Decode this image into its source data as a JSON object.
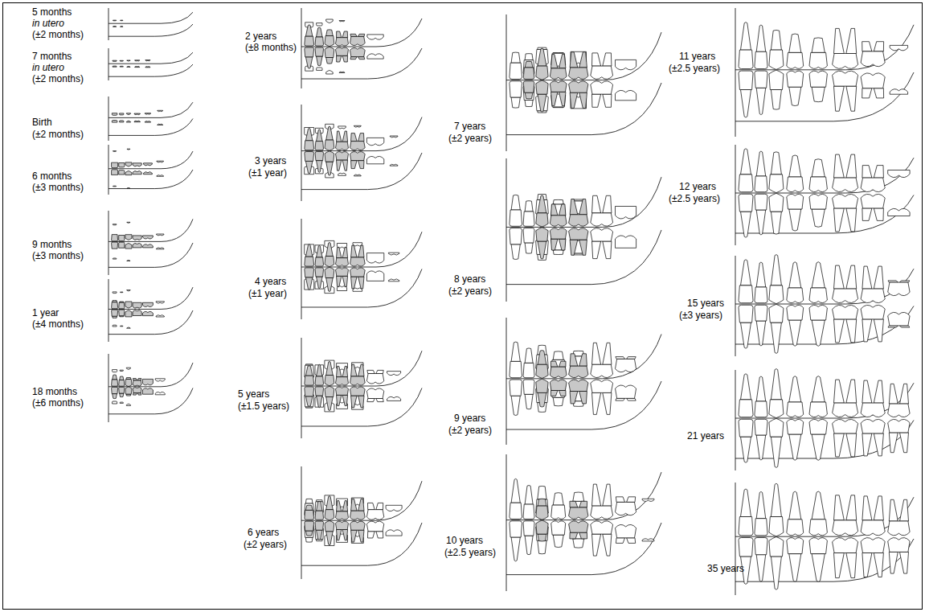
{
  "diagram": {
    "labels": [
      "5 months",
      "in utero",
      "(±2 months)",
      "7 months",
      "in utero",
      "(±2 months)",
      "Birth",
      "(±2 months)",
      "6 months",
      "(±3 months)",
      "9 months",
      "(±3 months)",
      "1 year",
      "(±4 months)",
      "18 months",
      "(±6 months)",
      "2 years",
      "(±8 months)",
      "3 years",
      "(±1 year)",
      "4 years",
      "(±1 year)",
      "5 years",
      "(±1.5 years)",
      "6 years",
      "(±2 years)",
      "7 years",
      "(±2 years)",
      "8 years",
      "(±2 years)",
      "9 years",
      "(±2 years)",
      "10 years",
      "(±2.5 years)",
      "11 years",
      "(±2.5 years)",
      "12 years",
      "(±2.5 years)",
      "15 years",
      "(±3 years)",
      "21 years",
      "35 years"
    ]
  }
}
